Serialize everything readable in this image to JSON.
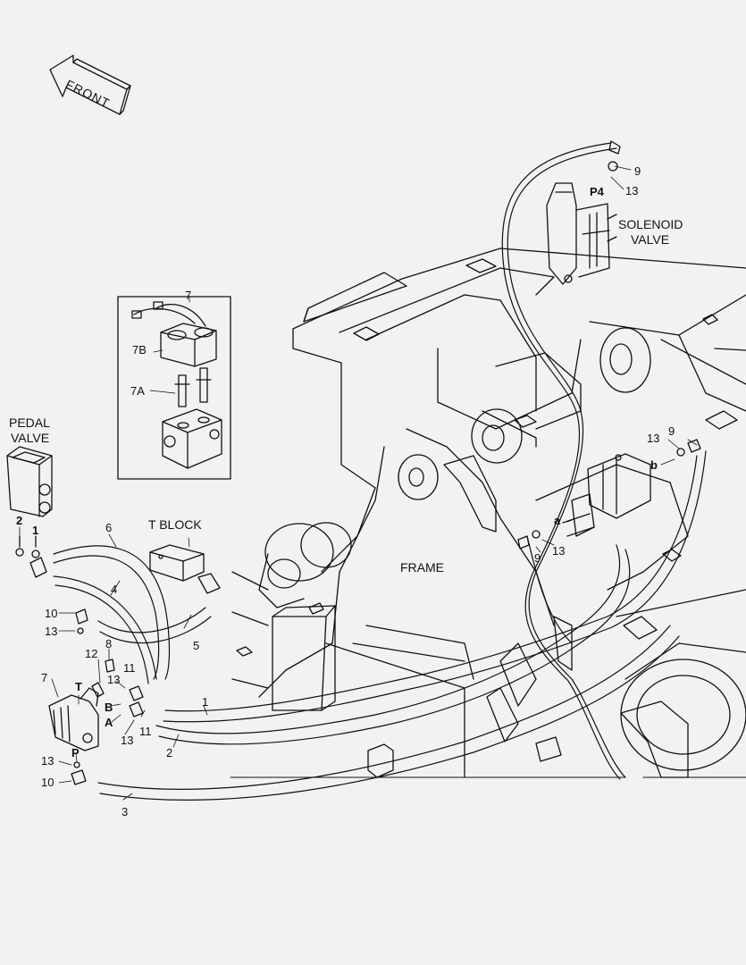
{
  "labels": {
    "front": "FRONT",
    "pedal_valve_line1": "PEDAL",
    "pedal_valve_line2": "VALVE",
    "solenoid_valve_line1": "SOLENOID",
    "solenoid_valve_line2": "VALVE",
    "t_block": "T BLOCK",
    "frame": "FRAME"
  },
  "callouts": {
    "c9_top": "9",
    "c13_top": "13",
    "p4": "P4",
    "c7_inset": "7",
    "c7b": "7B",
    "c7a": "7A",
    "c13_right": "13",
    "c9_right": "9",
    "b_port": "b",
    "a_port": "a",
    "c9_mid": "9",
    "c13_mid": "13",
    "c2_pedal": "2",
    "c1_pedal": "1",
    "c6": "6",
    "c4": "4",
    "c5": "5",
    "c10_a": "10",
    "c13_a": "13",
    "c8": "8",
    "c12": "12",
    "c7_left": "7",
    "c_T": "T",
    "c13_b": "13",
    "c11_a": "11",
    "c_B": "B",
    "c_A": "A",
    "c13_c": "13",
    "c11_b": "11",
    "c1": "1",
    "c2": "2",
    "c13_d": "13",
    "c_P": "P",
    "c10_b": "10",
    "c3": "3"
  }
}
